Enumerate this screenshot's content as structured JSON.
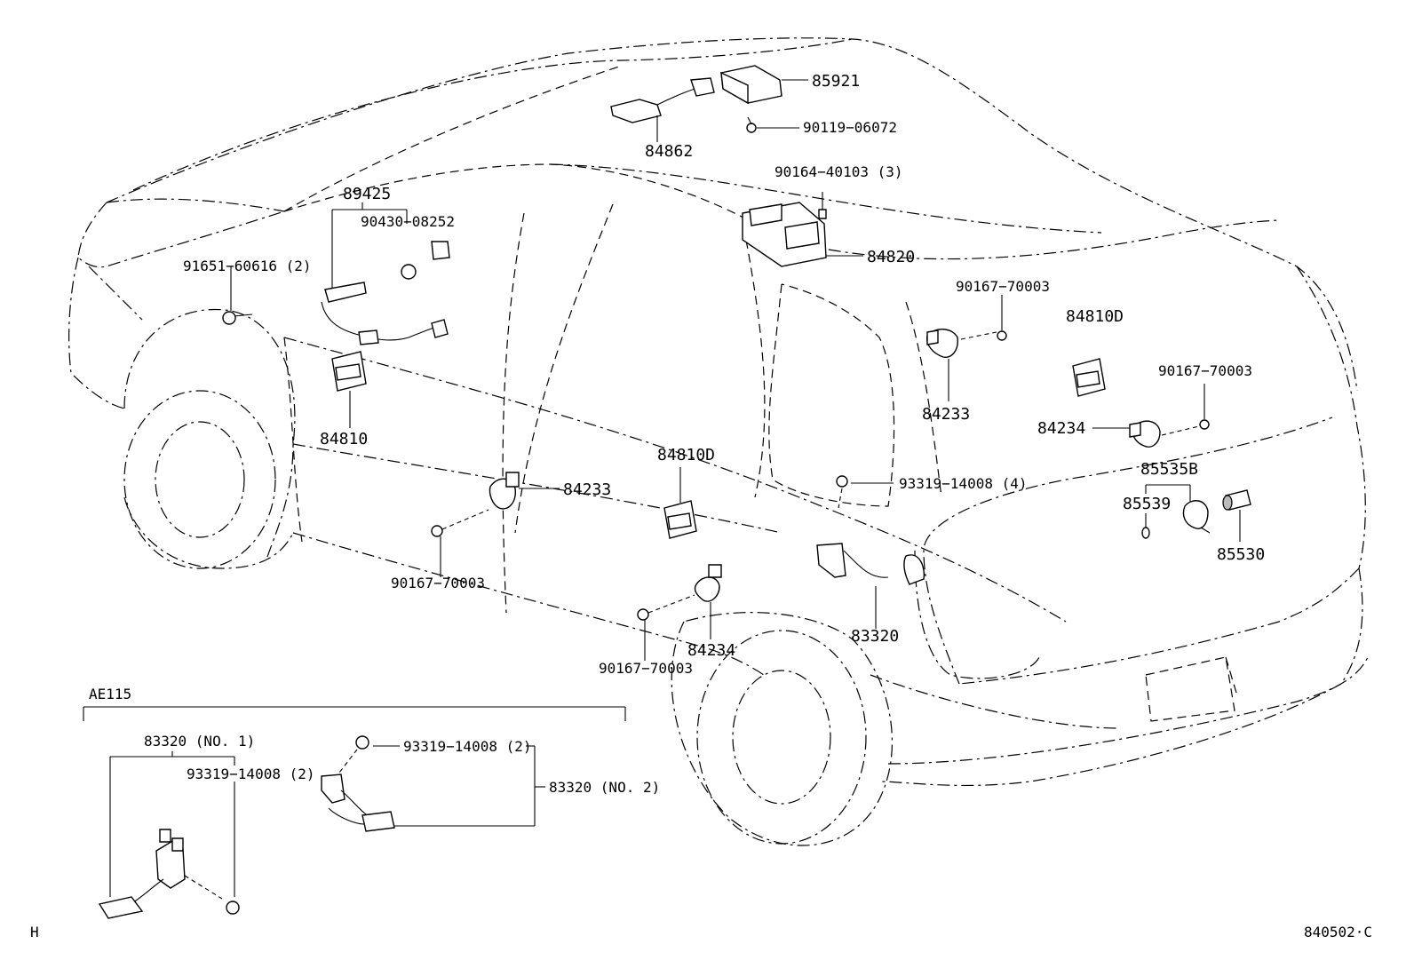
{
  "labels": {
    "p85921": "85921",
    "p90119_06072": "90119−06072",
    "p84862": "84862",
    "p90164_40103": "90164−40103 (3)",
    "p84820": "84820",
    "p89425": "89425",
    "p90430_08252": "90430−08252",
    "p91651_60616": "91651−60616 (2)",
    "p84810": "84810",
    "p90167_70003_a": "90167−70003",
    "p84810D_right": "84810D",
    "p90167_70003_b": "90167−70003",
    "p84233_right": "84233",
    "p84234_right": "84234",
    "p85535B": "85535B",
    "p85539": "85539",
    "p85530": "85530",
    "p93319_14008_4": "93319−14008 (4)",
    "p84810D_mid": "84810D",
    "p84233_left": "84233",
    "p90167_70003_c": "90167−70003",
    "p83320": "83320",
    "p84234_mid": "84234",
    "p90167_70003_d": "90167−70003",
    "ae115": "AE115",
    "p83320_no1": "83320 (NO. 1)",
    "p93319_14008_2a": "93319−14008 (2)",
    "p93319_14008_2b": "93319−14008 (2)",
    "p83320_no2": "83320 (NO. 2)",
    "corner_h": "H",
    "ref_code": "840502·C"
  }
}
